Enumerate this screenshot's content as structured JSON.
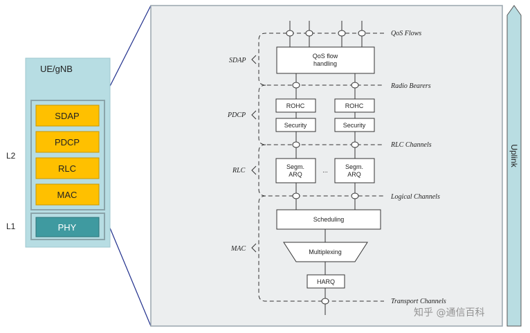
{
  "stack": {
    "title": "UE/gNB",
    "l2_label": "L2",
    "l1_label": "L1",
    "layers": [
      "SDAP",
      "PDCP",
      "RLC",
      "MAC"
    ],
    "phy": "PHY"
  },
  "detail": {
    "side_labels": {
      "sdap": "SDAP",
      "pdcp": "PDCP",
      "rlc": "RLC",
      "mac": "MAC"
    },
    "right_labels": {
      "qos_flows": "QoS Flows",
      "radio_bearers": "Radio Bearers",
      "rlc_channels": "RLC Channels",
      "logical_channels": "Logical Channels",
      "transport_channels": "Transport Channels"
    },
    "blocks": {
      "qos_line1": "QoS flow",
      "qos_line2": "handling",
      "rohc": "ROHC",
      "security": "Security",
      "segm": "Segm.",
      "arq": "ARQ",
      "ellipsis": "...",
      "scheduling": "Scheduling",
      "multiplexing": "Multiplexing",
      "harq": "HARQ"
    },
    "direction": "Uplink"
  },
  "watermark": "知乎 @通信百科",
  "colors": {
    "panel_bg": "#eceeef",
    "stack_bg": "#b7dde3",
    "layer_fill": "#ffc000",
    "phy_fill": "#3f9aa0",
    "arrow_fill": "#b9dde2",
    "zoom_line": "#1f2e8c"
  }
}
